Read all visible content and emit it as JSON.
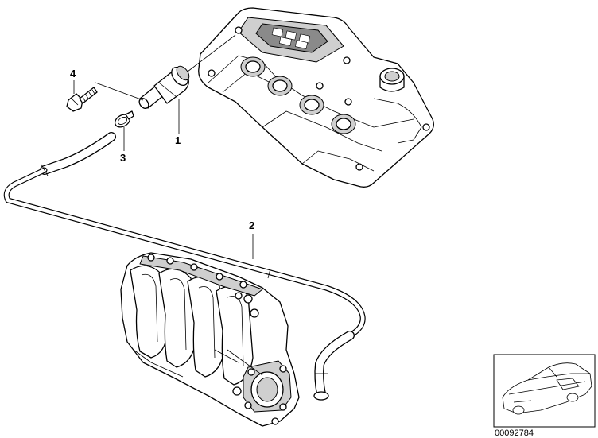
{
  "callouts": {
    "part_1": "1",
    "part_2": "2",
    "part_3": "3",
    "part_4": "4"
  },
  "document_number": "00092784",
  "colors": {
    "line": "#000000",
    "background": "#ffffff",
    "shading": "#cfcfcf"
  }
}
